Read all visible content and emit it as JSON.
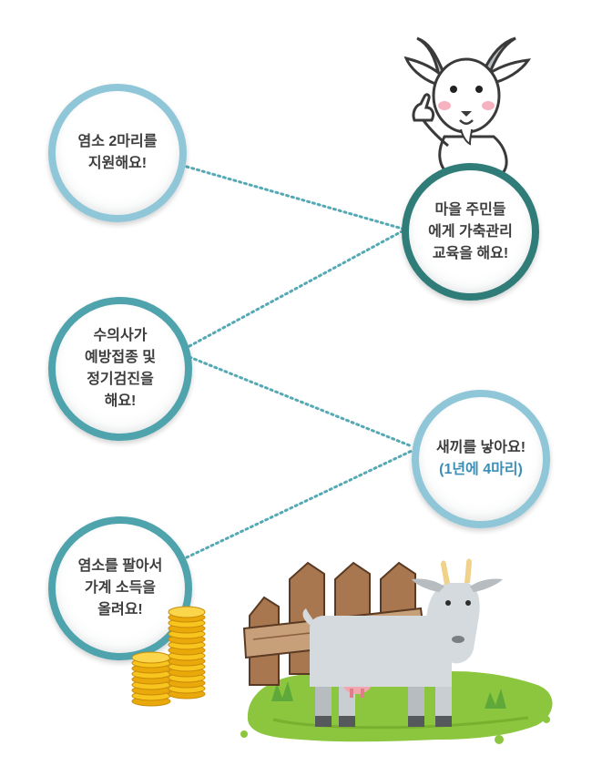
{
  "colors": {
    "light_ring": "#8fc6d8",
    "teal_ring": "#4ea3ad",
    "dark_ring": "#2f7c78",
    "connector": "#55a9b4",
    "highlight": "#3b8fb6"
  },
  "bubbles": {
    "support": {
      "lines": [
        "염소 2마리를",
        "지원해요!"
      ]
    },
    "education": {
      "lines": [
        "마을 주민들",
        "에게 가축관리",
        "교육을 해요!"
      ]
    },
    "vet": {
      "lines": [
        "수의사가",
        "예방접종 및",
        "정기검진을",
        "해요!"
      ]
    },
    "breeding": {
      "lines": [
        "새끼를 낳아요!"
      ],
      "highlight": "(1년에 4마리)"
    },
    "income": {
      "lines": [
        "염소를 팔아서",
        "가계 소득을",
        "올려요!"
      ]
    }
  },
  "icons": [
    "goat-mascot-icon",
    "goat-icon",
    "fence-icon",
    "coin-stack-icon",
    "grass-icon"
  ]
}
